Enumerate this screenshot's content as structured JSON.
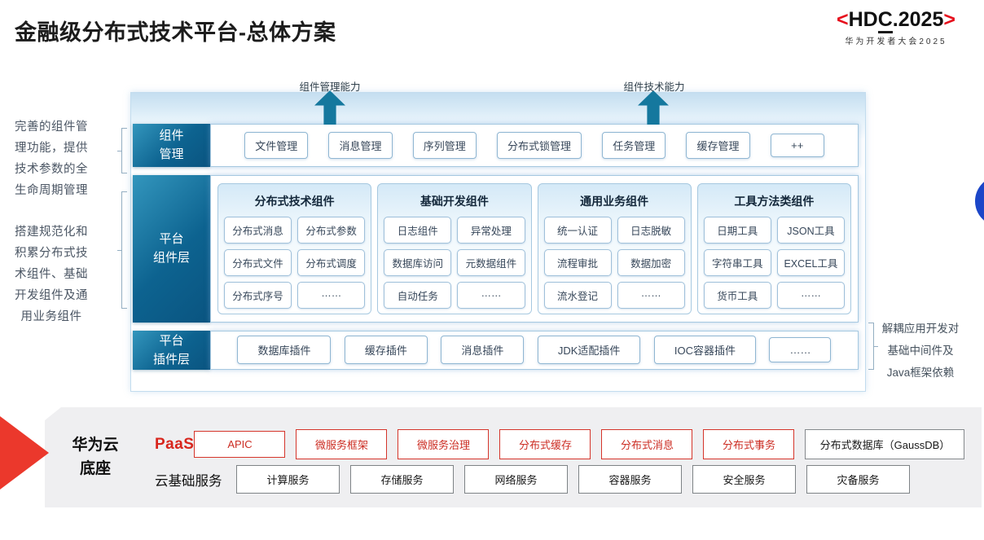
{
  "title": "金融级分布式技术平台-总体方案",
  "logo": {
    "bracket_open": "<",
    "text_parts": {
      "pre": "HD",
      "underlined": "C",
      "post": ".2025"
    },
    "bracket_close": ">",
    "subtitle": "华为开发者大会2025"
  },
  "capability_arrows": [
    {
      "label": "组件管理能力"
    },
    {
      "label": "组件技术能力"
    }
  ],
  "left_notes": [
    "完善的组件管理功能，提供技术参数的全生命周期管理",
    "搭建规范化和积累分布式技术组件、基础开发组件及通用业务组件"
  ],
  "right_note": "解耦应用开发对基础中间件及Java框架依赖",
  "rows": {
    "component_mgmt": {
      "label_lines": [
        "组件",
        "管理"
      ],
      "items": [
        "文件管理",
        "消息管理",
        "序列管理",
        "分布式锁管理",
        "任务管理",
        "缓存管理",
        "++"
      ]
    },
    "platform_components": {
      "label_lines": [
        "平台",
        "组件层"
      ],
      "groups": [
        {
          "title": "分布式技术组件",
          "items": [
            "分布式消息",
            "分布式参数",
            "分布式文件",
            "分布式调度",
            "分布式序号",
            "……"
          ]
        },
        {
          "title": "基础开发组件",
          "items": [
            "日志组件",
            "异常处理",
            "数据库访问",
            "元数据组件",
            "自动任务",
            "……"
          ]
        },
        {
          "title": "通用业务组件",
          "items": [
            "统一认证",
            "日志脱敏",
            "流程审批",
            "数据加密",
            "流水登记",
            "……"
          ]
        },
        {
          "title": "工具方法类组件",
          "items": [
            "日期工具",
            "JSON工具",
            "字符串工具",
            "EXCEL工具",
            "货币工具",
            "……"
          ]
        }
      ]
    },
    "platform_plugins": {
      "label_lines": [
        "平台",
        "插件层"
      ],
      "items": [
        "数据库插件",
        "缓存插件",
        "消息插件",
        "JDK适配插件",
        "IOC容器插件",
        "……"
      ]
    }
  },
  "foundation": {
    "label_lines": [
      "华为云",
      "底座"
    ],
    "paas": {
      "label": "PaaS",
      "items": [
        "APIC",
        "微服务框架",
        "微服务治理",
        "分布式缓存",
        "分布式消息",
        "分布式事务"
      ],
      "db_item": "分布式数据库（GaussDB）"
    },
    "iaas": {
      "label": "云基础服务",
      "items": [
        "计算服务",
        "存储服务",
        "网络服务",
        "容器服务",
        "安全服务",
        "灾备服务"
      ]
    }
  },
  "colors": {
    "accent_red": "#e6352a",
    "teal_label_dark": "#0b5c88",
    "teal_arrow": "#15789e",
    "box_border_blue": "#8fb6d2",
    "royal_blue_dot": "#1c46c8",
    "slab_gray": "#efeff1"
  }
}
